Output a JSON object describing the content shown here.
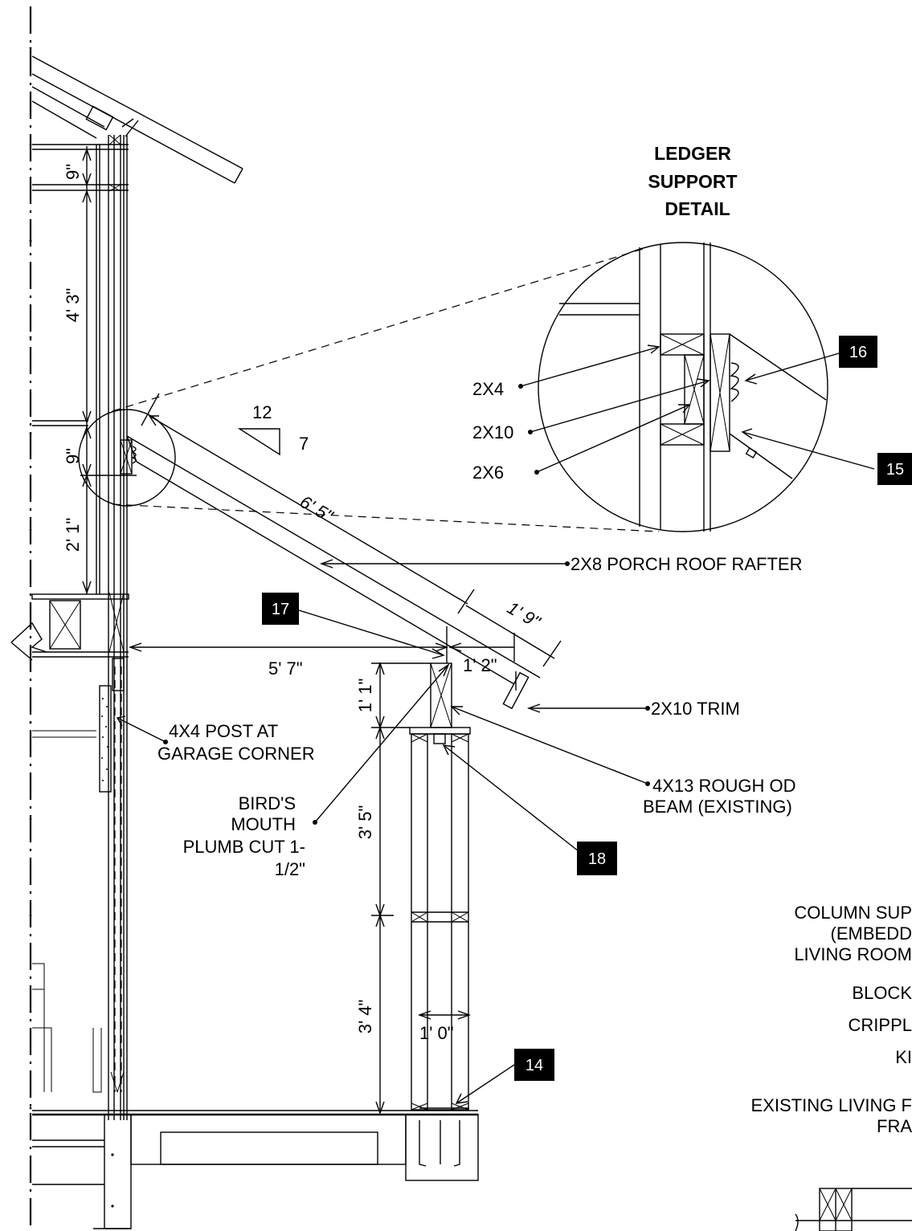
{
  "detail_title": [
    "LEDGER",
    "SUPPORT",
    "DETAIL"
  ],
  "slope": {
    "run": "12",
    "rise": "7"
  },
  "dimensions": {
    "d9a": "9\"",
    "d4_3": "4' 3\"",
    "d9b": "9\"",
    "d2_1": "2' 1\"",
    "d6_5": "6' 5\"",
    "d1_9": "1' 9\"",
    "d5_7": "5' 7\"",
    "d1_2": "1' 2\"",
    "d1_1": "1' 1\"",
    "d3_5": "3' 5\"",
    "d3_4": "3' 4\"",
    "d1_0": "1' 0\""
  },
  "callouts": {
    "c2x4": "2X4",
    "c2x10": "2X10",
    "c2x6": "2X6",
    "rafter": "2X8 PORCH ROOF RAFTER",
    "trim": "2X10 TRIM",
    "post": [
      "4X4 POST AT",
      "GARAGE CORNER"
    ],
    "beam": [
      "4X13 ROUGH OD",
      "BEAM (EXISTING)"
    ],
    "birdsmouth": [
      "BIRD'S",
      "MOUTH",
      "PLUMB CUT  1-",
      "1/2\""
    ]
  },
  "tags": [
    "16",
    "15",
    "17",
    "18",
    "14"
  ],
  "right_partial_notes": [
    "COLUMN SUP",
    "(EMBEDD",
    "LIVING ROOM",
    "BLOCK",
    "CRIPPL",
    "KI",
    "EXISTING LIVING F",
    "FRA"
  ]
}
